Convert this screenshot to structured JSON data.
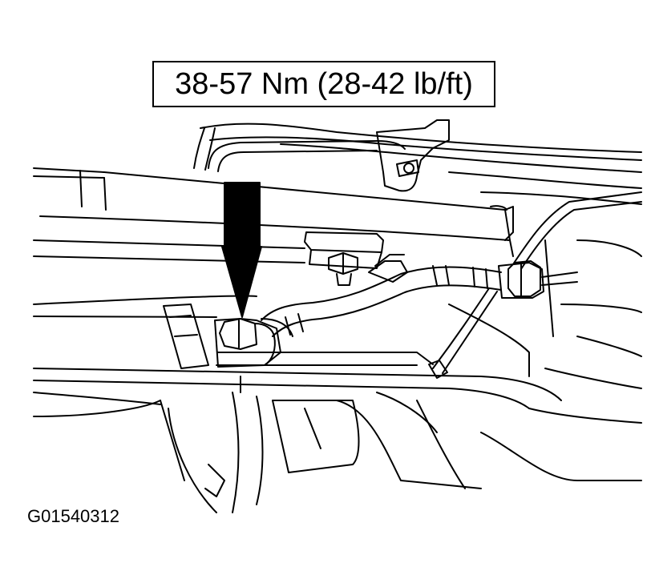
{
  "torque_callout": {
    "text": "38-57 Nm (28-42 lb/ft)"
  },
  "figure_code": "G01540312",
  "illustration": {
    "style": "black-and-white line drawing",
    "arrow_icon": "pointer-arrow-down",
    "colors": {
      "line": "#000000",
      "background": "#ffffff"
    }
  }
}
